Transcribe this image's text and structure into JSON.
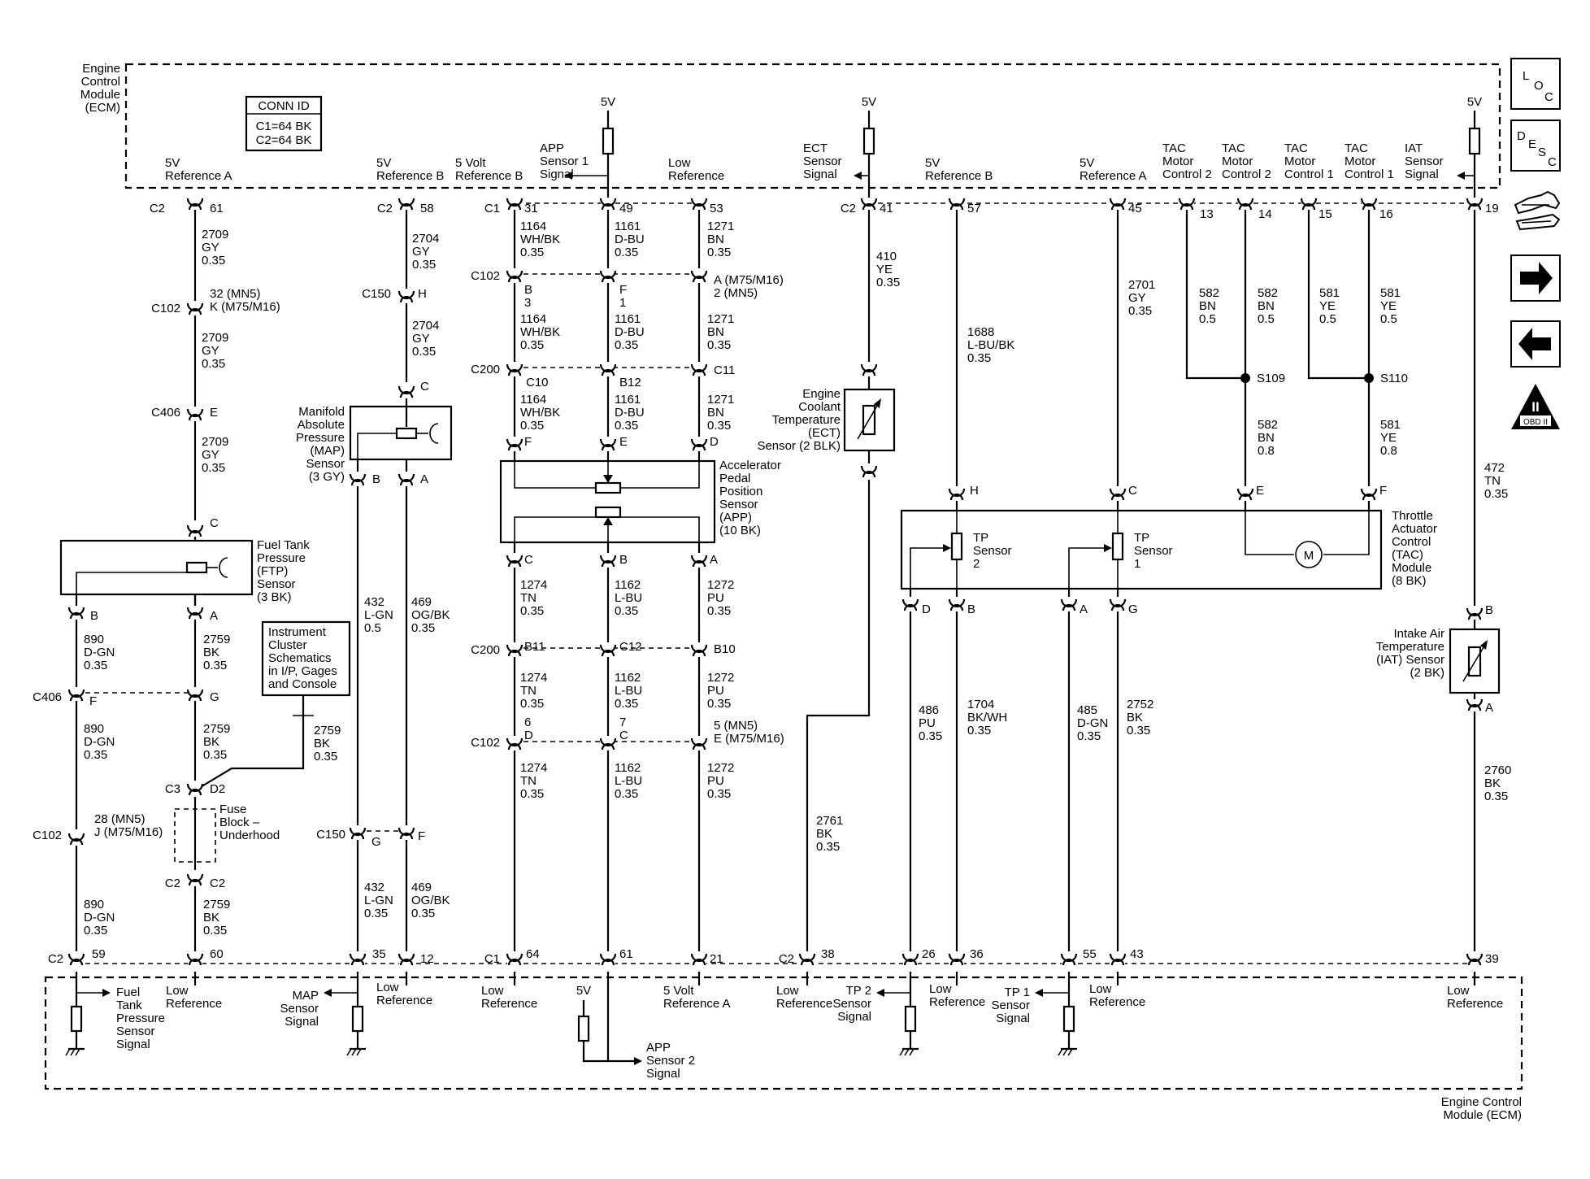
{
  "ecm_top": {
    "title_lines": [
      "Engine",
      "Control",
      "Module",
      "(ECM)"
    ]
  },
  "ecm_bottom": {
    "title_lines": [
      "Engine Control",
      "Module (ECM)"
    ]
  },
  "conn_id": {
    "title": "CONN ID",
    "lines": [
      "C1=64 BK",
      "C2=64 BK"
    ]
  },
  "top_labels": [
    {
      "id": "t1",
      "lines": [
        "5V",
        "Reference A"
      ]
    },
    {
      "id": "t2",
      "lines": [
        "5V",
        "Reference B"
      ]
    },
    {
      "id": "t3",
      "lines": [
        "5 Volt",
        "Reference B"
      ]
    },
    {
      "id": "t4",
      "lines": [
        "APP",
        "Sensor 1",
        "Signal"
      ]
    },
    {
      "id": "t5",
      "lines": [
        "Low",
        "Reference"
      ]
    },
    {
      "id": "t6",
      "lines": [
        "ECT",
        "Sensor",
        "Signal"
      ]
    },
    {
      "id": "t7",
      "lines": [
        "5V",
        "Reference B"
      ]
    },
    {
      "id": "t8",
      "lines": [
        "5V",
        "Reference A"
      ]
    },
    {
      "id": "t9",
      "lines": [
        "TAC",
        "Motor",
        "Control 2"
      ]
    },
    {
      "id": "t10",
      "lines": [
        "TAC",
        "Motor",
        "Control 2"
      ]
    },
    {
      "id": "t11",
      "lines": [
        "TAC",
        "Motor",
        "Control 1"
      ]
    },
    {
      "id": "t12",
      "lines": [
        "TAC",
        "Motor",
        "Control 1"
      ]
    },
    {
      "id": "t13",
      "lines": [
        "IAT",
        "Sensor",
        "Signal"
      ]
    }
  ],
  "five_v": [
    "5V",
    "5V",
    "5V",
    "5V"
  ],
  "bottom_labels": [
    {
      "id": "b1",
      "lines": [
        "Fuel",
        "Tank",
        "Pressure",
        "Sensor",
        "Signal"
      ]
    },
    {
      "id": "b2",
      "lines": [
        "Low",
        "Reference"
      ]
    },
    {
      "id": "b3",
      "lines": [
        "MAP",
        "Sensor",
        "Signal"
      ]
    },
    {
      "id": "b4",
      "lines": [
        "Low",
        "Reference"
      ]
    },
    {
      "id": "b5",
      "lines": [
        "Low",
        "Reference"
      ]
    },
    {
      "id": "b6",
      "lines": [
        "5 Volt",
        "Reference A"
      ]
    },
    {
      "id": "b7",
      "lines": [
        "APP",
        "Sensor 2",
        "Signal"
      ]
    },
    {
      "id": "b8",
      "lines": [
        "Low",
        "Reference"
      ]
    },
    {
      "id": "b9",
      "lines": [
        "TP 2",
        "Sensor",
        "Signal"
      ]
    },
    {
      "id": "b10",
      "lines": [
        "Low",
        "Reference"
      ]
    },
    {
      "id": "b11",
      "lines": [
        "TP 1",
        "Sensor",
        "Signal"
      ]
    },
    {
      "id": "b12",
      "lines": [
        "Low",
        "Reference"
      ]
    },
    {
      "id": "b13",
      "lines": [
        "Low",
        "Reference"
      ]
    }
  ],
  "connector_labels": [
    {
      "id": "c1",
      "text": "C2"
    },
    {
      "id": "c2",
      "text": "61"
    },
    {
      "id": "c3",
      "text": "C2"
    },
    {
      "id": "c4",
      "text": "58"
    },
    {
      "id": "c5",
      "text": "C1"
    },
    {
      "id": "c6",
      "text": "31"
    },
    {
      "id": "c7",
      "text": "49"
    },
    {
      "id": "c8",
      "text": "53"
    },
    {
      "id": "c9",
      "text": "C2"
    },
    {
      "id": "c10",
      "text": "41"
    },
    {
      "id": "c11",
      "text": "57"
    },
    {
      "id": "c12",
      "text": "45"
    },
    {
      "id": "c13",
      "text": "13"
    },
    {
      "id": "c14",
      "text": "14"
    },
    {
      "id": "c15",
      "text": "15"
    },
    {
      "id": "c16",
      "text": "16"
    },
    {
      "id": "c17",
      "text": "19"
    },
    {
      "id": "c18",
      "text": "C102"
    },
    {
      "id": "c19",
      "text": "32 (MN5)"
    },
    {
      "id": "c20",
      "text": "K (M75/M16)"
    },
    {
      "id": "c21",
      "text": "C406"
    },
    {
      "id": "c22",
      "text": "E"
    },
    {
      "id": "c23",
      "text": "C150"
    },
    {
      "id": "c24",
      "text": "H"
    },
    {
      "id": "c25",
      "text": "C102"
    },
    {
      "id": "c26",
      "text": "B"
    },
    {
      "id": "c27",
      "text": "3"
    },
    {
      "id": "c28",
      "text": "F"
    },
    {
      "id": "c29",
      "text": "1"
    },
    {
      "id": "c30",
      "text": "A (M75/M16)"
    },
    {
      "id": "c31",
      "text": "2 (MN5)"
    },
    {
      "id": "c32",
      "text": "C200"
    },
    {
      "id": "c33",
      "text": "C10"
    },
    {
      "id": "c34",
      "text": "B12"
    },
    {
      "id": "c35",
      "text": "C11"
    },
    {
      "id": "c36",
      "text": "C"
    },
    {
      "id": "c37",
      "text": "F"
    },
    {
      "id": "c38",
      "text": "E"
    },
    {
      "id": "c39",
      "text": "D"
    },
    {
      "id": "c40",
      "text": "B"
    },
    {
      "id": "c41",
      "text": "A"
    },
    {
      "id": "c42",
      "text": "B"
    },
    {
      "id": "c43",
      "text": "A"
    },
    {
      "id": "c44",
      "text": "C"
    },
    {
      "id": "c45",
      "text": "C"
    },
    {
      "id": "c46",
      "text": "B"
    },
    {
      "id": "c47",
      "text": "A"
    },
    {
      "id": "c48",
      "text": "H"
    },
    {
      "id": "c49",
      "text": "C"
    },
    {
      "id": "c50",
      "text": "E"
    },
    {
      "id": "c51",
      "text": "F"
    },
    {
      "id": "c52",
      "text": "S109"
    },
    {
      "id": "c53",
      "text": "S110"
    },
    {
      "id": "c54",
      "text": "D"
    },
    {
      "id": "c55",
      "text": "B"
    },
    {
      "id": "c56",
      "text": "A"
    },
    {
      "id": "c57",
      "text": "G"
    },
    {
      "id": "c58",
      "text": "B"
    },
    {
      "id": "c59",
      "text": "A"
    },
    {
      "id": "c60",
      "text": "C200"
    },
    {
      "id": "c61",
      "text": "B11"
    },
    {
      "id": "c62",
      "text": "C12"
    },
    {
      "id": "c63",
      "text": "B10"
    },
    {
      "id": "c64",
      "text": "C406"
    },
    {
      "id": "c65",
      "text": "F"
    },
    {
      "id": "c66",
      "text": "G"
    },
    {
      "id": "c67",
      "text": "C102"
    },
    {
      "id": "c68",
      "text": "6"
    },
    {
      "id": "c69",
      "text": "D"
    },
    {
      "id": "c70",
      "text": "7"
    },
    {
      "id": "c71",
      "text": "C"
    },
    {
      "id": "c72",
      "text": "5 (MN5)"
    },
    {
      "id": "c73",
      "text": "E (M75/M16)"
    },
    {
      "id": "c74",
      "text": "C3"
    },
    {
      "id": "c75",
      "text": "D2"
    },
    {
      "id": "c76",
      "text": "C102"
    },
    {
      "id": "c77",
      "text": "28 (MN5)"
    },
    {
      "id": "c78",
      "text": "J (M75/M16)"
    },
    {
      "id": "c79",
      "text": "C150"
    },
    {
      "id": "c80",
      "text": "G"
    },
    {
      "id": "c81",
      "text": "F"
    },
    {
      "id": "c82",
      "text": "C2"
    },
    {
      "id": "c83",
      "text": "C2"
    },
    {
      "id": "c84",
      "text": "C2"
    },
    {
      "id": "c85",
      "text": "59"
    },
    {
      "id": "c86",
      "text": "60"
    },
    {
      "id": "c87",
      "text": "35"
    },
    {
      "id": "c88",
      "text": "12"
    },
    {
      "id": "c89",
      "text": "C1"
    },
    {
      "id": "c90",
      "text": "64"
    },
    {
      "id": "c91",
      "text": "61"
    },
    {
      "id": "c92",
      "text": "21"
    },
    {
      "id": "c93",
      "text": "C2"
    },
    {
      "id": "c94",
      "text": "38"
    },
    {
      "id": "c95",
      "text": "26"
    },
    {
      "id": "c96",
      "text": "36"
    },
    {
      "id": "c97",
      "text": "55"
    },
    {
      "id": "c98",
      "text": "43"
    },
    {
      "id": "c99",
      "text": "39"
    }
  ],
  "wires": [
    {
      "id": "w1",
      "lines": [
        "2709",
        "GY",
        "0.35"
      ]
    },
    {
      "id": "w2",
      "lines": [
        "2709",
        "GY",
        "0.35"
      ]
    },
    {
      "id": "w3",
      "lines": [
        "2709",
        "GY",
        "0.35"
      ]
    },
    {
      "id": "w4",
      "lines": [
        "2704",
        "GY",
        "0.35"
      ]
    },
    {
      "id": "w5",
      "lines": [
        "2704",
        "GY",
        "0.35"
      ]
    },
    {
      "id": "w6",
      "lines": [
        "1164",
        "WH/BK",
        "0.35"
      ]
    },
    {
      "id": "w7",
      "lines": [
        "1161",
        "D-BU",
        "0.35"
      ]
    },
    {
      "id": "w8",
      "lines": [
        "1271",
        "BN",
        "0.35"
      ]
    },
    {
      "id": "w9",
      "lines": [
        "1164",
        "WH/BK",
        "0.35"
      ]
    },
    {
      "id": "w10",
      "lines": [
        "1161",
        "D-BU",
        "0.35"
      ]
    },
    {
      "id": "w11",
      "lines": [
        "1271",
        "BN",
        "0.35"
      ]
    },
    {
      "id": "w12",
      "lines": [
        "1164",
        "WH/BK",
        "0.35"
      ]
    },
    {
      "id": "w13",
      "lines": [
        "1161",
        "D-BU",
        "0.35"
      ]
    },
    {
      "id": "w14",
      "lines": [
        "1271",
        "BN",
        "0.35"
      ]
    },
    {
      "id": "w15",
      "lines": [
        "410",
        "YE",
        "0.35"
      ]
    },
    {
      "id": "w16",
      "lines": [
        "1688",
        "L-BU/BK",
        "0.35"
      ]
    },
    {
      "id": "w17",
      "lines": [
        "2701",
        "GY",
        "0.35"
      ]
    },
    {
      "id": "w18",
      "lines": [
        "582",
        "BN",
        "0.5"
      ]
    },
    {
      "id": "w19",
      "lines": [
        "582",
        "BN",
        "0.5"
      ]
    },
    {
      "id": "w20",
      "lines": [
        "581",
        "YE",
        "0.5"
      ]
    },
    {
      "id": "w21",
      "lines": [
        "581",
        "YE",
        "0.5"
      ]
    },
    {
      "id": "w22",
      "lines": [
        "582",
        "BN",
        "0.8"
      ]
    },
    {
      "id": "w23",
      "lines": [
        "581",
        "YE",
        "0.8"
      ]
    },
    {
      "id": "w24",
      "lines": [
        "472",
        "TN",
        "0.35"
      ]
    },
    {
      "id": "w25",
      "lines": [
        "890",
        "D-GN",
        "0.35"
      ]
    },
    {
      "id": "w26",
      "lines": [
        "2759",
        "BK",
        "0.35"
      ]
    },
    {
      "id": "w27",
      "lines": [
        "432",
        "L-GN",
        "0.5"
      ]
    },
    {
      "id": "w28",
      "lines": [
        "469",
        "OG/BK",
        "0.35"
      ]
    },
    {
      "id": "w29",
      "lines": [
        "1274",
        "TN",
        "0.35"
      ]
    },
    {
      "id": "w30",
      "lines": [
        "1162",
        "L-BU",
        "0.35"
      ]
    },
    {
      "id": "w31",
      "lines": [
        "1272",
        "PU",
        "0.35"
      ]
    },
    {
      "id": "w32",
      "lines": [
        "1274",
        "TN",
        "0.35"
      ]
    },
    {
      "id": "w33",
      "lines": [
        "1162",
        "L-BU",
        "0.35"
      ]
    },
    {
      "id": "w34",
      "lines": [
        "1272",
        "PU",
        "0.35"
      ]
    },
    {
      "id": "w35",
      "lines": [
        "890",
        "D-GN",
        "0.35"
      ]
    },
    {
      "id": "w36",
      "lines": [
        "2759",
        "BK",
        "0.35"
      ]
    },
    {
      "id": "w37",
      "lines": [
        "2759",
        "BK",
        "0.35"
      ]
    },
    {
      "id": "w38",
      "lines": [
        "1274",
        "TN",
        "0.35"
      ]
    },
    {
      "id": "w39",
      "lines": [
        "1162",
        "L-BU",
        "0.35"
      ]
    },
    {
      "id": "w40",
      "lines": [
        "1272",
        "PU",
        "0.35"
      ]
    },
    {
      "id": "w41",
      "lines": [
        "486",
        "PU",
        "0.35"
      ]
    },
    {
      "id": "w42",
      "lines": [
        "1704",
        "BK/WH",
        "0.35"
      ]
    },
    {
      "id": "w43",
      "lines": [
        "485",
        "D-GN",
        "0.35"
      ]
    },
    {
      "id": "w44",
      "lines": [
        "2752",
        "BK",
        "0.35"
      ]
    },
    {
      "id": "w45",
      "lines": [
        "2761",
        "BK",
        "0.35"
      ]
    },
    {
      "id": "w46",
      "lines": [
        "2760",
        "BK",
        "0.35"
      ]
    },
    {
      "id": "w47",
      "lines": [
        "890",
        "D-GN",
        "0.35"
      ]
    },
    {
      "id": "w48",
      "lines": [
        "2759",
        "BK",
        "0.35"
      ]
    },
    {
      "id": "w49",
      "lines": [
        "432",
        "L-GN",
        "0.35"
      ]
    },
    {
      "id": "w50",
      "lines": [
        "469",
        "OG/BK",
        "0.35"
      ]
    }
  ],
  "components": [
    {
      "id": "map",
      "lines": [
        "Manifold",
        "Absolute",
        "Pressure",
        "(MAP)",
        "Sensor",
        "(3 GY)"
      ]
    },
    {
      "id": "app",
      "lines": [
        "Accelerator",
        "Pedal",
        "Position",
        "Sensor",
        "(APP)",
        "(10 BK)"
      ]
    },
    {
      "id": "ect",
      "lines": [
        "Engine",
        "Coolant",
        "Temperature",
        "(ECT)",
        "Sensor (2 BLK)"
      ]
    },
    {
      "id": "tac",
      "lines": [
        "Throttle",
        "Actuator",
        "Control",
        "(TAC)",
        "Module",
        "(8 BK)"
      ]
    },
    {
      "id": "tp2",
      "lines": [
        "TP",
        "Sensor",
        "2"
      ]
    },
    {
      "id": "tp1",
      "lines": [
        "TP",
        "Sensor",
        "1"
      ]
    },
    {
      "id": "ftp",
      "lines": [
        "Fuel Tank",
        "Pressure",
        "(FTP)",
        "Sensor",
        "(3 BK)"
      ]
    },
    {
      "id": "iat",
      "lines": [
        "Intake Air",
        "Temperature",
        "(IAT) Sensor",
        "(2 BK)"
      ]
    },
    {
      "id": "icl",
      "lines": [
        "Instrument",
        "Cluster",
        "Schematics",
        "in I/P, Gages",
        "and Console"
      ]
    },
    {
      "id": "fuse",
      "lines": [
        "Fuse",
        "Block –",
        "Underhood"
      ]
    },
    {
      "id": "motor",
      "lines": [
        "M"
      ]
    }
  ],
  "nav": {
    "loc": [
      "L",
      "O",
      "C"
    ],
    "desc": [
      "D",
      "E",
      "S",
      "C"
    ],
    "obd_numeral": "II",
    "obd_text": "OBD II"
  }
}
